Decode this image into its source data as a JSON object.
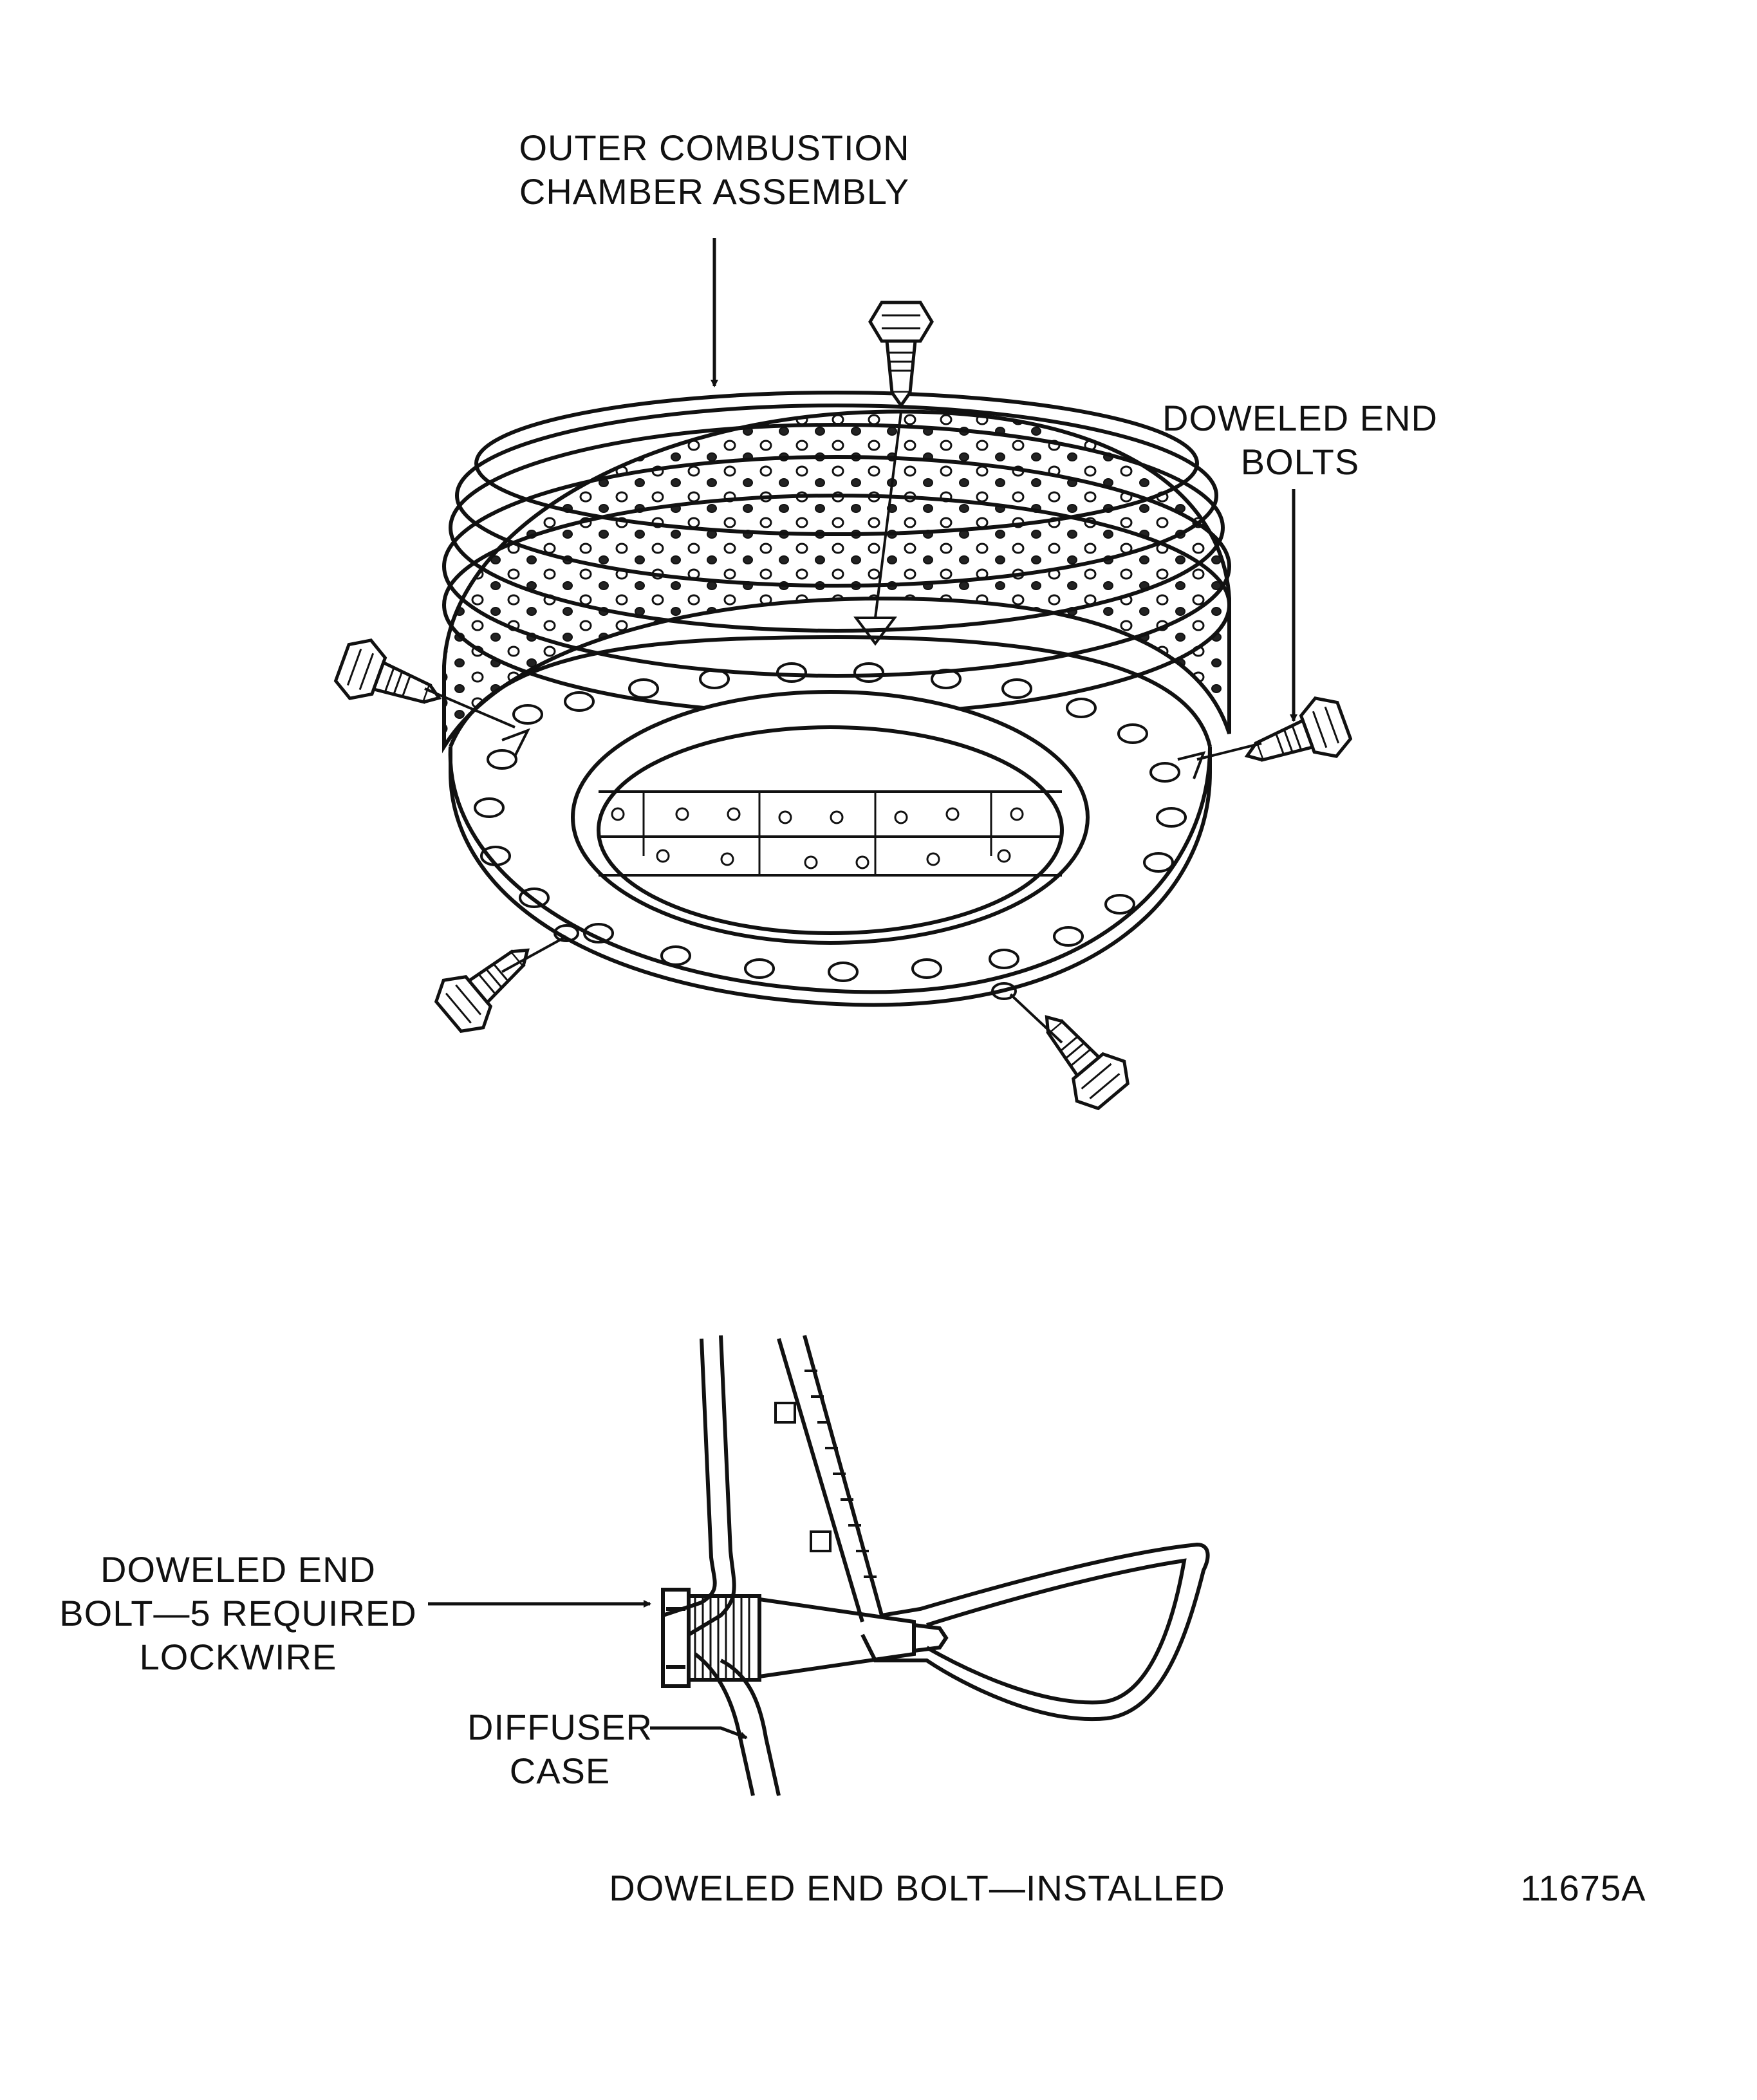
{
  "labels": {
    "outer_chamber": [
      "OUTER COMBUSTION",
      "CHAMBER ASSEMBLY"
    ],
    "doweled_end_bolts": [
      "DOWELED END",
      "BOLTS"
    ],
    "doweled_end_bolt_required": [
      "DOWELED END",
      "BOLT—5 REQUIRED",
      "LOCKWIRE"
    ],
    "diffuser_case": [
      "DIFFUSER",
      "CASE"
    ]
  },
  "caption": "DOWELED END BOLT—INSTALLED",
  "figure_number": "11675A"
}
